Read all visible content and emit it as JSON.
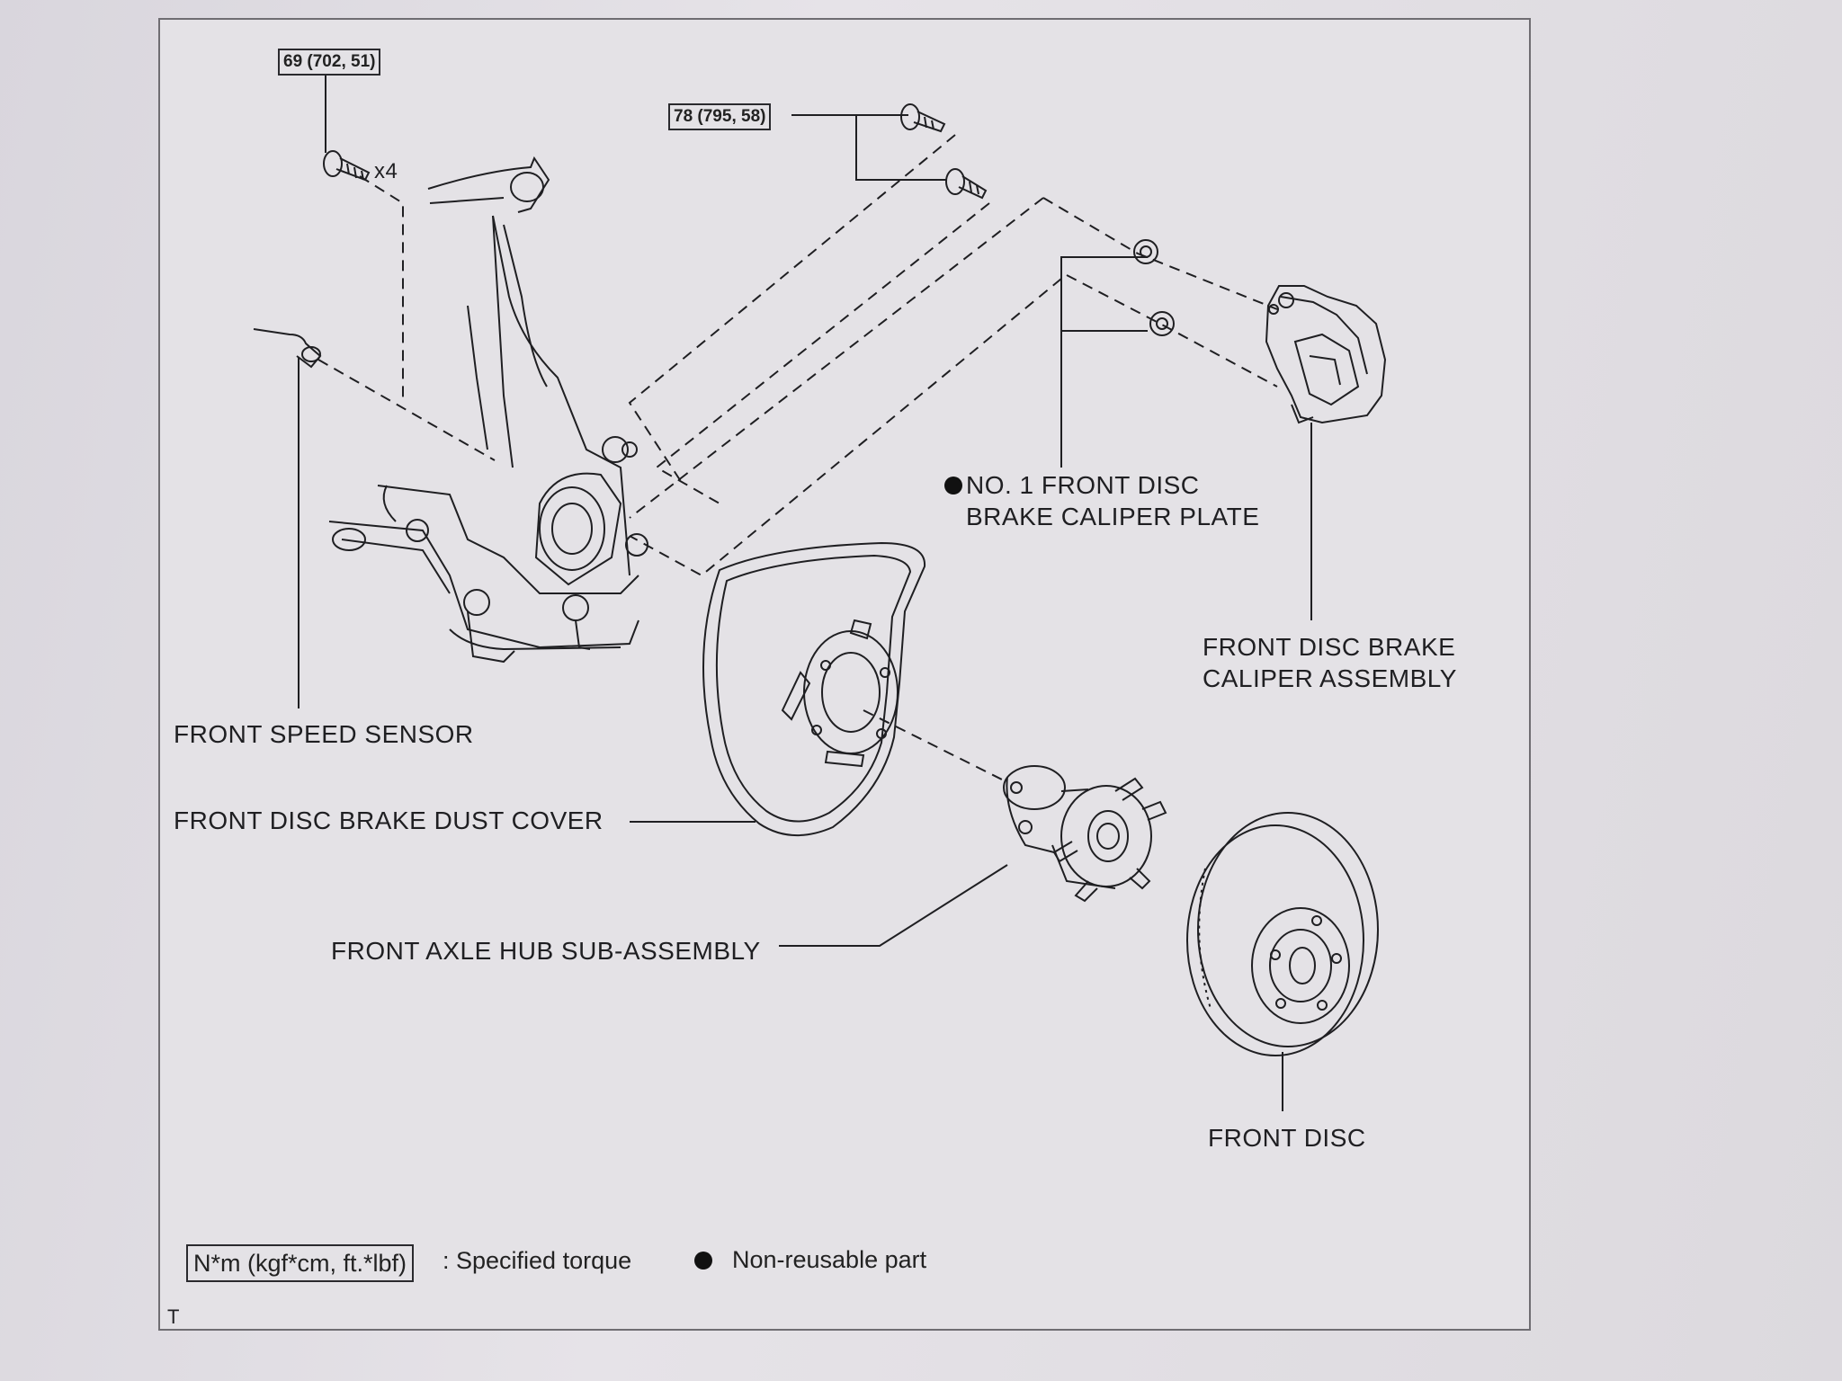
{
  "torque_labels": {
    "knuckle_bolts": "69 (702, 51)",
    "caliper_bolts": "78 (795, 58)"
  },
  "quantity_label": "x4",
  "parts": {
    "caliper_plate_line1": "NO. 1 FRONT DISC",
    "caliper_plate_line2": "BRAKE CALIPER PLATE",
    "caliper_assembly_line1": "FRONT DISC BRAKE",
    "caliper_assembly_line2": "CALIPER ASSEMBLY",
    "speed_sensor": "FRONT SPEED SENSOR",
    "dust_cover": "FRONT DISC BRAKE DUST COVER",
    "axle_hub": "FRONT AXLE HUB SUB-ASSEMBLY",
    "front_disc": "FRONT DISC"
  },
  "legend": {
    "unit_box": "N*m (kgf*cm, ft.*lbf)",
    "unit_desc": ": Specified torque",
    "nonreusable_desc": "Non-reusable part"
  },
  "corner_mark": "T",
  "colors": {
    "ink": "#1f1f22",
    "paper": "#e4e2e6",
    "frame": "#6f6d72"
  }
}
